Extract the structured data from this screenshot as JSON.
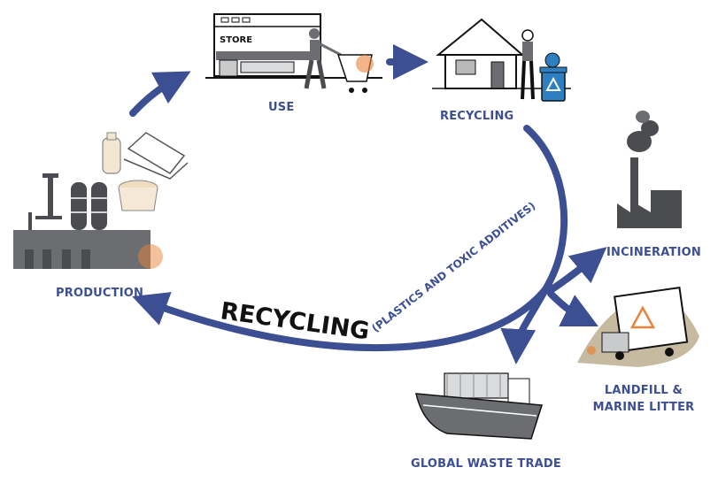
{
  "colors": {
    "arrow": "#3d4f93",
    "label": "#3d4f93",
    "dark": "#111111",
    "gray": "#6b6d70",
    "darkgray": "#4a4c50",
    "orange": "#e8843a",
    "recycleBlue": "#2d7fc1"
  },
  "store_sign": "STORE",
  "stages": {
    "use": "USE",
    "recycling": "RECYCLING",
    "incineration": "INCINERATION",
    "landfill_line1": "LANDFILL &",
    "landfill_line2": "MARINE LITTER",
    "global_waste_trade": "GLOBAL WASTE TRADE",
    "production": "PRODUCTION"
  },
  "main_arc": {
    "label": "RECYCLING",
    "sublabel": "(PLASTICS AND TOXIC ADDITIVES)"
  },
  "icons": {
    "store": "store-shopper-icon",
    "house": "house-recycling-bin-icon",
    "incinerator": "incinerator-factory-icon",
    "landfill": "landfill-truck-icon",
    "ship": "cargo-ship-icon",
    "factory": "production-factory-icon",
    "packaging": "plastic-packaging-icon"
  }
}
